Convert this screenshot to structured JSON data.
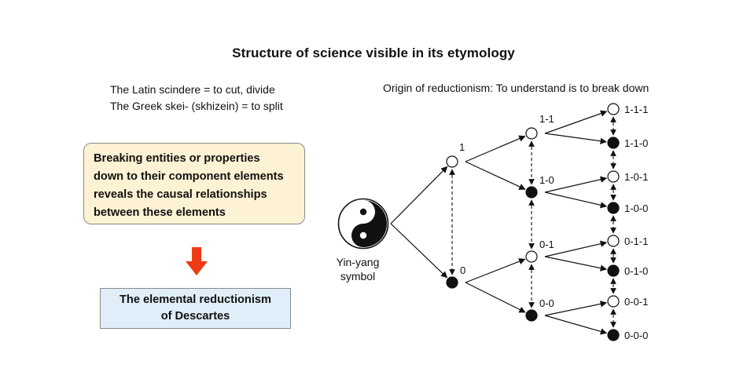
{
  "title": "Structure of science visible in its etymology",
  "etymology": {
    "latin": "The Latin scindere = to cut, divide",
    "greek": "The Greek skei- (skhizein) = to split"
  },
  "origin_caption": "Origin of reductionism: To understand is to break down",
  "callout": {
    "line1": "Breaking entities or properties",
    "line2": "down to their component elements",
    "line3": "reveals the causal relationships",
    "line4": "between these elements"
  },
  "result": "The elemental reductionism\nof Descartes",
  "symbol_label": {
    "line1": "Yin-yang",
    "line2": "symbol"
  },
  "colors": {
    "callout_bg": "#fdf2d3",
    "result_bg": "#dfeef9",
    "arrow": "#ee3a16"
  },
  "tree": {
    "level1": [
      {
        "label": "1",
        "filled": false
      },
      {
        "label": "0",
        "filled": true
      }
    ],
    "level2": [
      {
        "label": "1-1",
        "filled": false
      },
      {
        "label": "1-0",
        "filled": true
      },
      {
        "label": "0-1",
        "filled": false
      },
      {
        "label": "0-0",
        "filled": true
      }
    ],
    "level3": [
      {
        "label": "1-1-1",
        "filled": false
      },
      {
        "label": "1-1-0",
        "filled": true
      },
      {
        "label": "1-0-1",
        "filled": false
      },
      {
        "label": "1-0-0",
        "filled": true
      },
      {
        "label": "0-1-1",
        "filled": false
      },
      {
        "label": "0-1-0",
        "filled": true
      },
      {
        "label": "0-0-1",
        "filled": false
      },
      {
        "label": "0-0-0",
        "filled": true
      }
    ]
  }
}
